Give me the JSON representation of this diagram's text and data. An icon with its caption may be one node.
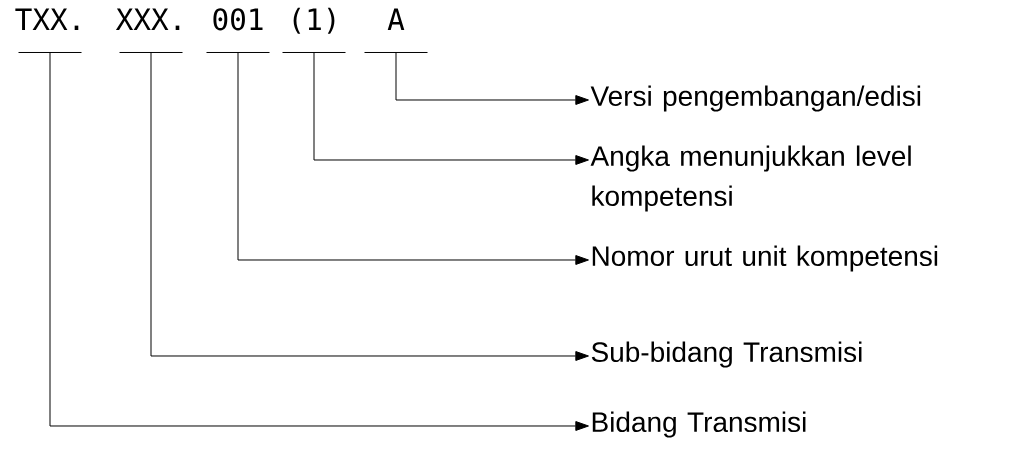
{
  "diagram": {
    "nodes": [
      {
        "text": [
          "TXX."
        ]
      },
      {
        "text": [
          "XXX."
        ]
      },
      {
        "text": [
          "001"
        ]
      },
      {
        "text": [
          "(1)"
        ]
      },
      {
        "text": [
          "A"
        ]
      },
      {
        "text": [
          "Versi pengembangan/edisi"
        ]
      },
      {
        "text": [
          "Angka menunjukkan level kompetensi"
        ]
      },
      {
        "text": [
          "Nomor urut unit kompetensi"
        ]
      },
      {
        "text": [
          "Sub-bidang Transmisi"
        ]
      },
      {
        "text": [
          "Bidang Transmisi"
        ]
      }
    ],
    "edges": [
      {
        "from": 4,
        "to": 5,
        "arrow": "to"
      },
      {
        "from": 3,
        "to": 6,
        "arrow": "to"
      },
      {
        "from": 2,
        "to": 7,
        "arrow": "to"
      },
      {
        "from": 1,
        "to": 8,
        "arrow": "to"
      },
      {
        "from": 0,
        "to": 9,
        "arrow": "to"
      }
    ]
  }
}
